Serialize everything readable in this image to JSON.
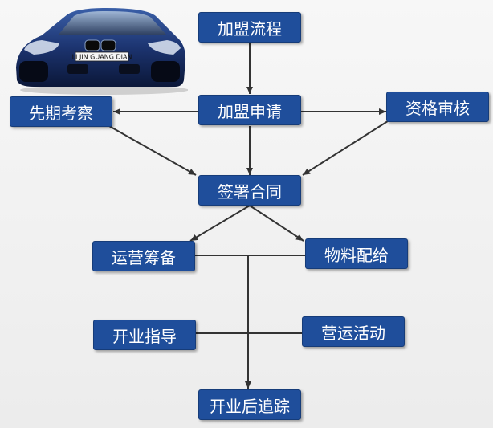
{
  "diagram": {
    "nodes": {
      "process": "加盟流程",
      "apply": "加盟申请",
      "inspect": "先期考察",
      "qualify": "资格审核",
      "contract": "签署合同",
      "prepare": "运营筹备",
      "supply": "物料配给",
      "guide": "开业指导",
      "activity": "营运活动",
      "followup": "开业后追踪"
    },
    "car": {
      "plate_text": "LI JIN GUANG DIAN"
    }
  },
  "colors": {
    "node_fill": "#1f4e9b",
    "node_border": "#163c79",
    "node_text": "#ffffff",
    "connector": "#333333",
    "background": "#f2f2f2"
  }
}
